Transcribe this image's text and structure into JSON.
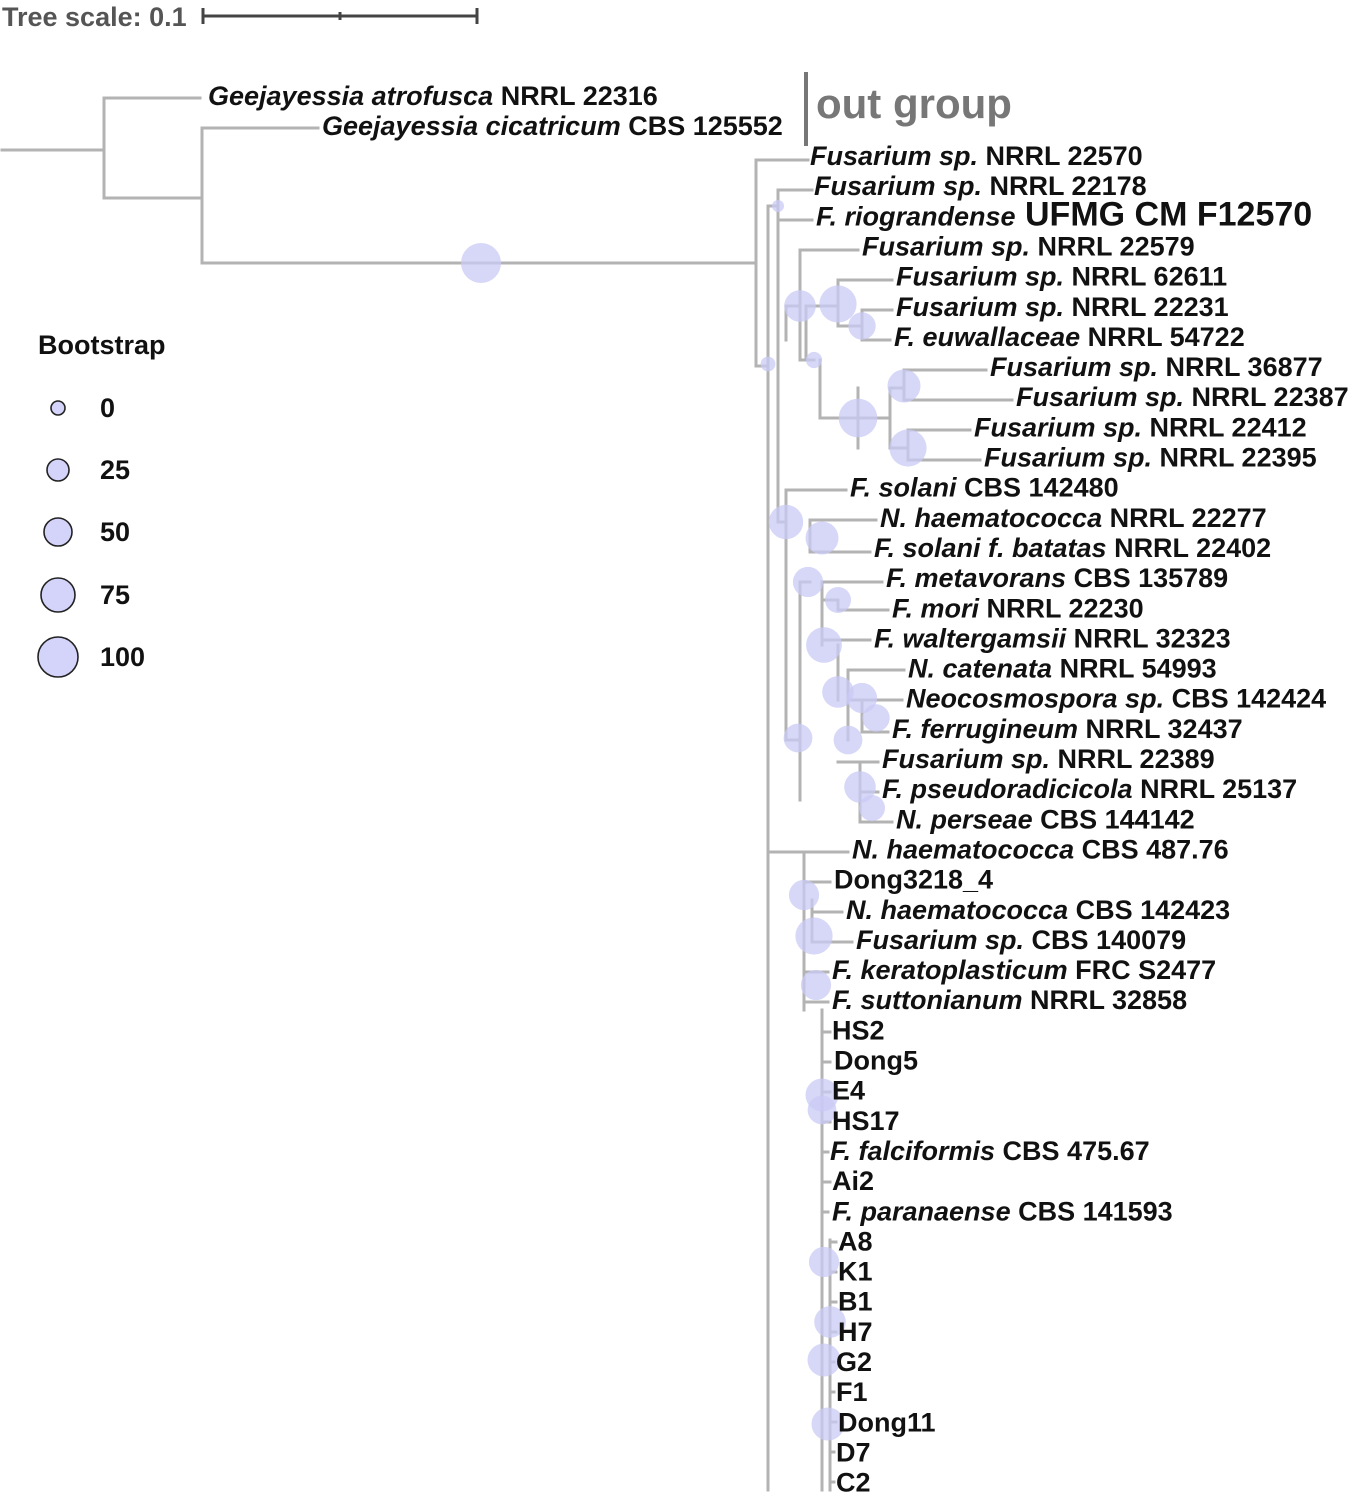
{
  "scale": {
    "label": "Tree scale: 0.1"
  },
  "outgroup": {
    "label": "out group"
  },
  "legend": {
    "title": "Bootstrap",
    "items": [
      {
        "value": "0",
        "pct": 0
      },
      {
        "value": "25",
        "pct": 25
      },
      {
        "value": "50",
        "pct": 50
      },
      {
        "value": "75",
        "pct": 75
      },
      {
        "value": "100",
        "pct": 100
      }
    ]
  },
  "taxa": [
    {
      "id": "t1",
      "ital": "Geejayessia atrofusca",
      "rest": "NRRL 22316"
    },
    {
      "id": "t2",
      "ital": "Geejayessia cicatricum",
      "rest": "CBS 125552"
    },
    {
      "id": "t3",
      "ital": "Fusarium sp.",
      "rest": "NRRL 22570"
    },
    {
      "id": "t4",
      "ital": "Fusarium sp.",
      "rest": "NRRL 22178"
    },
    {
      "id": "t5",
      "ital": "F. riograndense",
      "rest": "UFMG CM F12570"
    },
    {
      "id": "t6",
      "ital": "Fusarium sp.",
      "rest": "NRRL 22579"
    },
    {
      "id": "t7",
      "ital": "Fusarium sp.",
      "rest": "NRRL 62611"
    },
    {
      "id": "t8",
      "ital": "Fusarium sp.",
      "rest": "NRRL 22231"
    },
    {
      "id": "t9",
      "ital": "F. euwallaceae",
      "rest": "NRRL 54722"
    },
    {
      "id": "t10",
      "ital": "Fusarium sp.",
      "rest": "NRRL 36877"
    },
    {
      "id": "t11",
      "ital": "Fusarium sp.",
      "rest": "NRRL 22387"
    },
    {
      "id": "t12",
      "ital": "Fusarium sp.",
      "rest": "NRRL 22412"
    },
    {
      "id": "t13",
      "ital": "Fusarium sp.",
      "rest": "NRRL 22395"
    },
    {
      "id": "t14",
      "ital": "F. solani",
      "rest": "CBS 142480"
    },
    {
      "id": "t15",
      "ital": "N. haematococca",
      "rest": "NRRL 22277"
    },
    {
      "id": "t16",
      "ital": "F. solani f. batatas",
      "rest": "NRRL 22402"
    },
    {
      "id": "t17",
      "ital": "F. metavorans",
      "rest": "CBS 135789"
    },
    {
      "id": "t18",
      "ital": "F. mori",
      "rest": "NRRL 22230"
    },
    {
      "id": "t19",
      "ital": "F. waltergamsii",
      "rest": "NRRL 32323"
    },
    {
      "id": "t20",
      "ital": "N. catenata",
      "rest": "NRRL 54993"
    },
    {
      "id": "t21",
      "ital": "Neocosmospora sp.",
      "rest": "CBS 142424"
    },
    {
      "id": "t22",
      "ital": "F. ferrugineum",
      "rest": "NRRL 32437"
    },
    {
      "id": "t23",
      "ital": "Fusarium sp.",
      "rest": "NRRL 22389"
    },
    {
      "id": "t24",
      "ital": "F. pseudoradicicola",
      "rest": "NRRL 25137"
    },
    {
      "id": "t25",
      "ital": "N. perseae",
      "rest": "CBS 144142"
    },
    {
      "id": "t26",
      "ital": "N. haematococca",
      "rest": "CBS 487.76"
    },
    {
      "id": "t27",
      "ital": "",
      "rest": "Dong3218_4"
    },
    {
      "id": "t28",
      "ital": "N. haematococca",
      "rest": "CBS 142423"
    },
    {
      "id": "t29",
      "ital": "Fusarium sp.",
      "rest": "CBS 140079"
    },
    {
      "id": "t30",
      "ital": "F. keratoplasticum",
      "rest": "FRC S2477"
    },
    {
      "id": "t31",
      "ital": "F. suttonianum",
      "rest": "NRRL 32858"
    },
    {
      "id": "t32",
      "ital": "",
      "rest": "HS2"
    },
    {
      "id": "t33",
      "ital": "",
      "rest": "Dong5"
    },
    {
      "id": "t34",
      "ital": "",
      "rest": "E4"
    },
    {
      "id": "t35",
      "ital": "",
      "rest": "HS17"
    },
    {
      "id": "t36",
      "ital": "F. falciformis",
      "rest": "CBS 475.67"
    },
    {
      "id": "t37",
      "ital": "",
      "rest": "Ai2"
    },
    {
      "id": "t38",
      "ital": "F. paranaense",
      "rest": "CBS 141593"
    },
    {
      "id": "t39",
      "ital": "",
      "rest": "A8"
    },
    {
      "id": "t40",
      "ital": "",
      "rest": "K1",
      "color": "#e8141b"
    },
    {
      "id": "t41",
      "ital": "",
      "rest": "B1"
    },
    {
      "id": "t42",
      "ital": "",
      "rest": "H7"
    },
    {
      "id": "t43",
      "ital": "",
      "rest": "G2"
    },
    {
      "id": "t44",
      "ital": "",
      "rest": "F1"
    },
    {
      "id": "t45",
      "ital": "",
      "rest": "Dong11"
    },
    {
      "id": "t46",
      "ital": "",
      "rest": "D7"
    },
    {
      "id": "t47",
      "ital": "",
      "rest": "C2"
    }
  ],
  "colors": {
    "branch": "#b3b3b3",
    "node": "#c9c9f5",
    "highlight": "#e8141b"
  }
}
